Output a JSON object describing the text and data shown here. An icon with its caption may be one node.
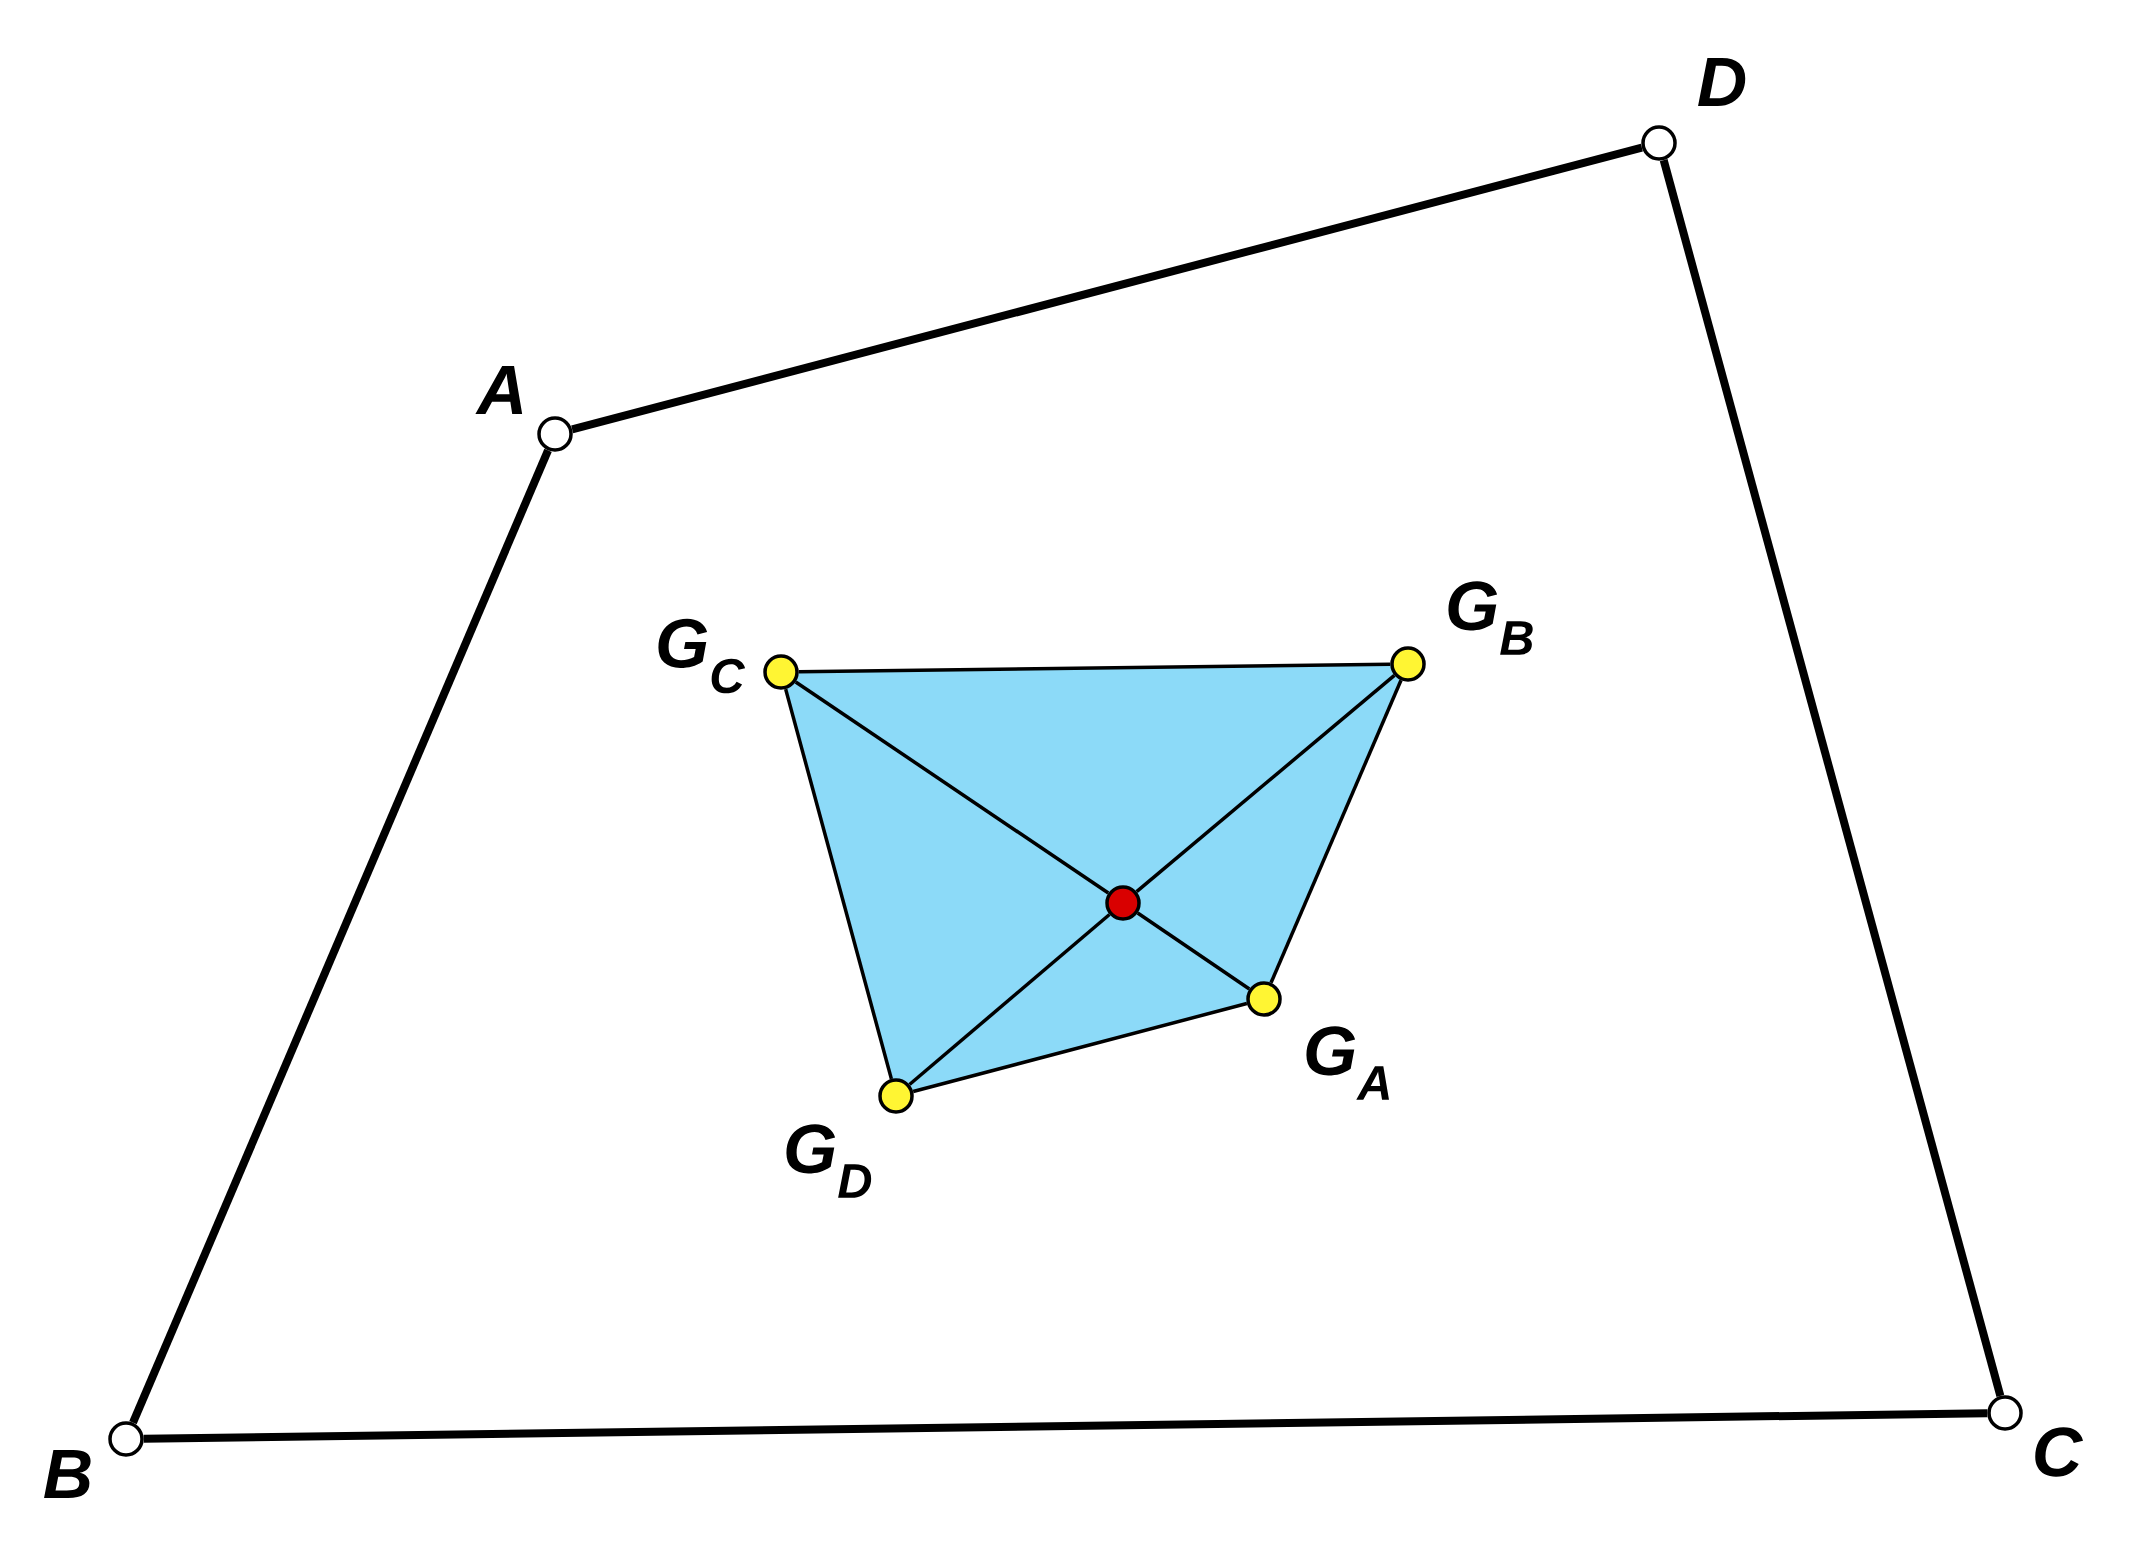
{
  "diagram": {
    "nodes": [
      {
        "text": [
          "D"
        ]
      },
      {
        "text": [
          "A"
        ]
      },
      {
        "text": [
          "G$_{B}$"
        ]
      },
      {
        "text": [
          "G$_{C}$"
        ]
      },
      {
        "text": [],
        "shape": "circle"
      },
      {
        "text": [
          "G$_{A}$"
        ]
      },
      {
        "text": [
          "G$_{D}$"
        ]
      },
      {
        "text": [
          "C"
        ]
      },
      {
        "text": [
          "B"
        ]
      }
    ],
    "edges": [
      {
        "from": 1,
        "to": 8,
        "arrow": "none",
        "style": "thick"
      },
      {
        "from": 8,
        "to": 7,
        "arrow": "none",
        "style": "thick"
      },
      {
        "from": 7,
        "to": 0,
        "arrow": "none",
        "style": "thick"
      },
      {
        "from": 0,
        "to": 1,
        "arrow": "none",
        "style": "thick"
      },
      {
        "from": 3,
        "to": 2,
        "arrow": "none"
      },
      {
        "from": 2,
        "to": 5,
        "arrow": "none"
      },
      {
        "from": 5,
        "to": 6,
        "arrow": "none"
      },
      {
        "from": 6,
        "to": 3,
        "arrow": "none"
      },
      {
        "from": 3,
        "to": 4,
        "arrow": "none"
      },
      {
        "from": 4,
        "to": 5,
        "arrow": "none"
      },
      {
        "from": 2,
        "to": 4,
        "arrow": "none"
      },
      {
        "from": 4,
        "to": 6,
        "arrow": "none"
      }
    ]
  }
}
